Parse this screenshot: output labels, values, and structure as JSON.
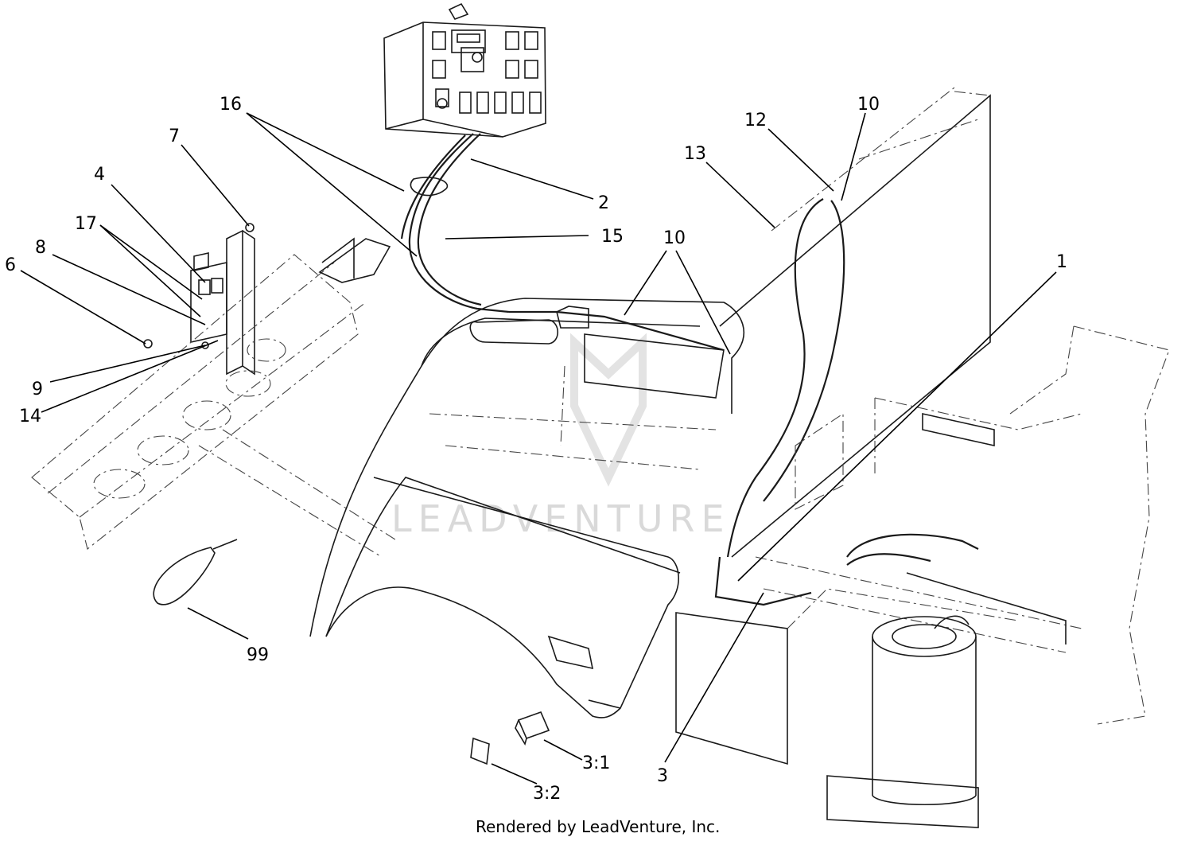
{
  "callouts": [
    {
      "id": "c1",
      "label": "1"
    },
    {
      "id": "c2",
      "label": "2"
    },
    {
      "id": "c3",
      "label": "3"
    },
    {
      "id": "c31",
      "label": "3:1"
    },
    {
      "id": "c32",
      "label": "3:2"
    },
    {
      "id": "c4",
      "label": "4"
    },
    {
      "id": "c6",
      "label": "6"
    },
    {
      "id": "c7",
      "label": "7"
    },
    {
      "id": "c8",
      "label": "8"
    },
    {
      "id": "c9",
      "label": "9"
    },
    {
      "id": "c10a",
      "label": "10"
    },
    {
      "id": "c10b",
      "label": "10"
    },
    {
      "id": "c12",
      "label": "12"
    },
    {
      "id": "c13",
      "label": "13"
    },
    {
      "id": "c14",
      "label": "14"
    },
    {
      "id": "c15",
      "label": "15"
    },
    {
      "id": "c16",
      "label": "16"
    },
    {
      "id": "c17",
      "label": "17"
    },
    {
      "id": "c99",
      "label": "99"
    }
  ],
  "watermark": "LEADVENTURE",
  "footer": "Rendered by LeadVenture, Inc."
}
